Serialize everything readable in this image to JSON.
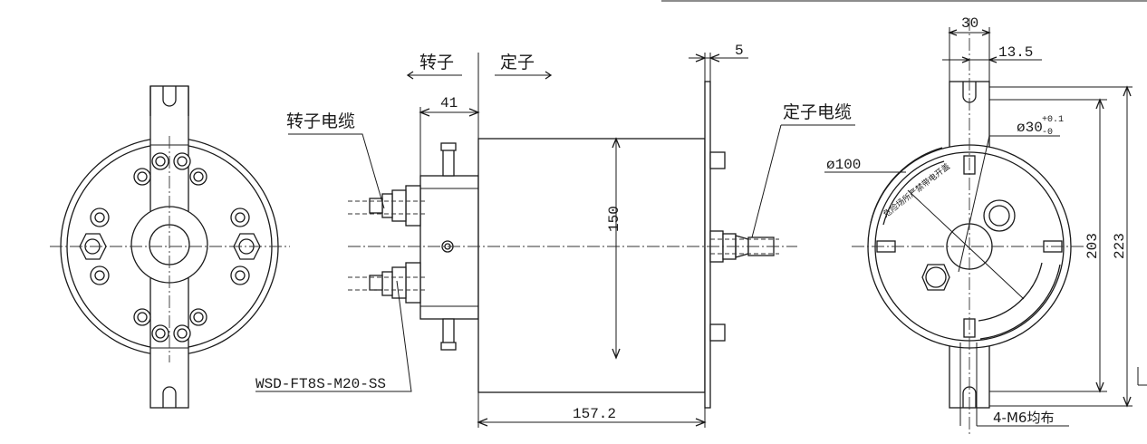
{
  "labels": {
    "rotor": "转子",
    "stator": "定子",
    "rotor_cable": "转子电缆",
    "stator_cable": "定子电缆",
    "connector_model": "WSD-FT8S-M20-SS",
    "mount_holes": "4-M6均布",
    "warning_plate": "危险场所严禁带电开盖"
  },
  "dimensions": {
    "flange_thickness": "5",
    "rotor_length": "41",
    "body_diameter": "150",
    "total_length": "157.2",
    "tab_width": "30",
    "tab_offset": "13.5",
    "face_diameter": "ø100",
    "bore_diameter": "ø30",
    "bore_tol_upper": "+0.1",
    "bore_tol_lower": "-0",
    "flange_diameter": "203",
    "overall_height": "223"
  }
}
